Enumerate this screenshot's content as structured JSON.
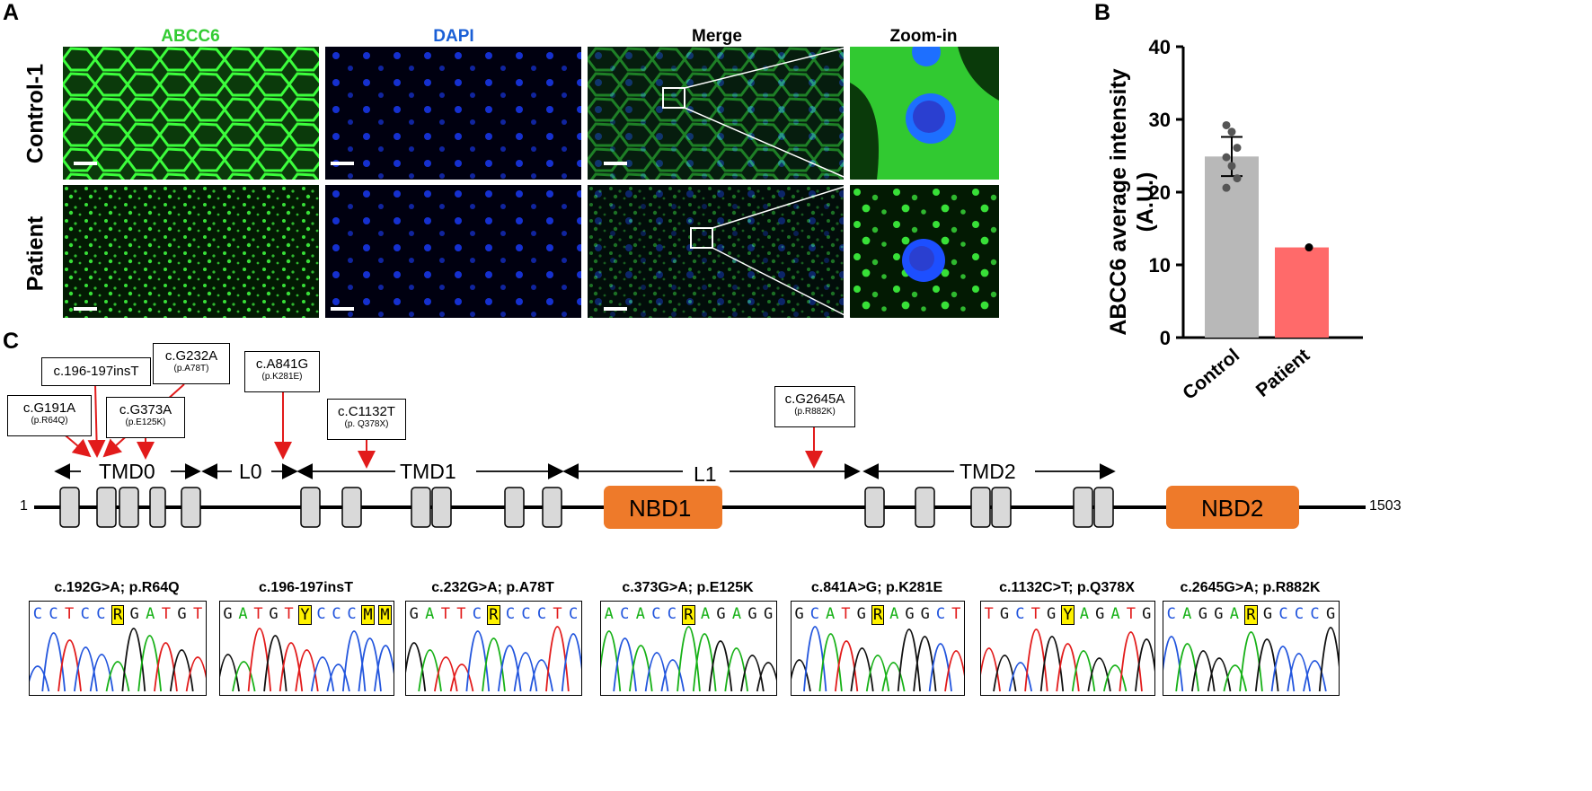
{
  "panel_a": {
    "letter": "A",
    "columns": [
      "ABCC6",
      "DAPI",
      "Merge",
      "Zoom-in"
    ],
    "column_colors": [
      "#33cc33",
      "#1a5fd6",
      "#000000",
      "#000000"
    ],
    "rows": [
      "Control-1",
      "Patient"
    ]
  },
  "panel_b": {
    "letter": "B",
    "chart_data": {
      "type": "bar",
      "categories": [
        "Control",
        "Patient"
      ],
      "values": [
        24.9,
        12.4
      ],
      "errors": [
        2.7,
        0
      ],
      "points": [
        [
          29.2,
          28.3,
          26.1,
          24.8,
          23.6,
          21.9,
          20.6
        ],
        [
          12.4
        ]
      ],
      "colors": [
        "#b8b8b8",
        "#ff6a6a"
      ],
      "ylabel": "ABCC6 average intensity (A.U.)",
      "ylim": [
        0,
        40
      ],
      "yticks": [
        0,
        10,
        20,
        30,
        40
      ],
      "grid": false
    }
  },
  "panel_c": {
    "letter": "C",
    "domain": {
      "start": "1",
      "end": "1503",
      "regions": [
        "TMD0",
        "L0",
        "TMD1",
        "L1",
        "TMD2"
      ],
      "nbds": [
        "NBD1",
        "NBD2"
      ]
    },
    "mutations": [
      {
        "cdna": "c.G191A",
        "protein": "(p.R64Q)"
      },
      {
        "cdna": "c.196-197insT",
        "protein": ""
      },
      {
        "cdna": "c.G232A",
        "protein": "(p.A78T)"
      },
      {
        "cdna": "c.G373A",
        "protein": "(p.E125K)"
      },
      {
        "cdna": "c.A841G",
        "protein": "(p.K281E)"
      },
      {
        "cdna": "c.C1132T",
        "protein": "(p. Q378X)"
      },
      {
        "cdna": "c.G2645A",
        "protein": "(p.R882K)"
      }
    ],
    "chromatograms": [
      {
        "title": "c.192G>A; p.R64Q",
        "bases": [
          "C",
          "C",
          "T",
          "C",
          "C",
          "R",
          "G",
          "A",
          "T",
          "G",
          "T"
        ],
        "highlight": [
          5
        ]
      },
      {
        "title": "c.196-197insT",
        "bases": [
          "G",
          "A",
          "T",
          "G",
          "T",
          "Y",
          "C",
          "C",
          "C",
          "M",
          "M"
        ],
        "highlight": [
          5,
          9,
          10
        ]
      },
      {
        "title": "c.232G>A; p.A78T",
        "bases": [
          "G",
          "A",
          "T",
          "T",
          "C",
          "R",
          "C",
          "C",
          "C",
          "T",
          "C"
        ],
        "highlight": [
          5
        ]
      },
      {
        "title": "c.373G>A; p.E125K",
        "bases": [
          "A",
          "C",
          "A",
          "C",
          "C",
          "R",
          "A",
          "G",
          "A",
          "G",
          "G"
        ],
        "highlight": [
          5
        ]
      },
      {
        "title": "c.841A>G; p.K281E",
        "bases": [
          "G",
          "C",
          "A",
          "T",
          "G",
          "R",
          "A",
          "G",
          "G",
          "C",
          "T"
        ],
        "highlight": [
          5
        ]
      },
      {
        "title": "c.1132C>T; p.Q378X",
        "bases": [
          "T",
          "G",
          "C",
          "T",
          "G",
          "Y",
          "A",
          "G",
          "A",
          "T",
          "G"
        ],
        "highlight": [
          5
        ]
      },
      {
        "title": "c.2645G>A; p.R882K",
        "bases": [
          "C",
          "A",
          "G",
          "G",
          "A",
          "R",
          "G",
          "C",
          "C",
          "C",
          "G"
        ],
        "highlight": [
          5
        ]
      }
    ]
  }
}
